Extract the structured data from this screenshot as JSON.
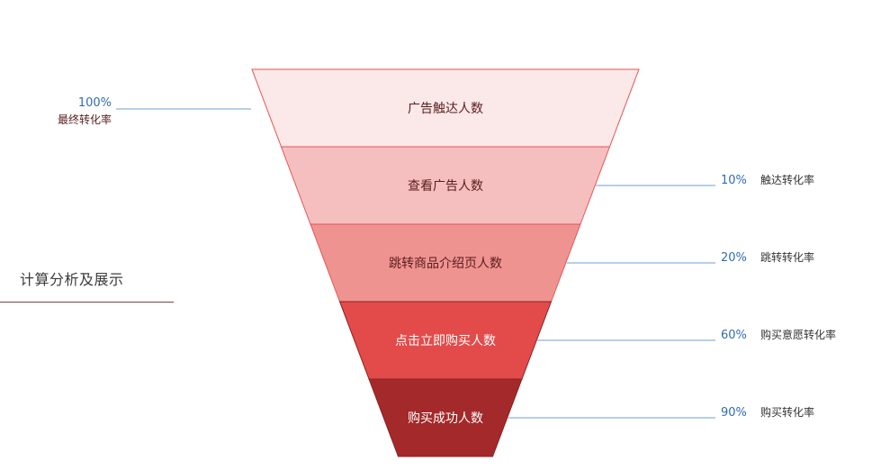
{
  "sidebar": {
    "title": "计算分析及展示"
  },
  "top_annotation": {
    "percent": "100%",
    "label": "最终转化率"
  },
  "colors": {
    "stage_fills": [
      "#fbe8e8",
      "#f6bfbf",
      "#ef9391",
      "#e24b4a",
      "#a3292a"
    ],
    "stage_stroke": "#e65555",
    "dark_stroke": "#8a2222",
    "dark_text": "#5a1d1d",
    "light_text": "#ffffff",
    "connector": "#6f9fd0",
    "percent_text": "#2f6db4",
    "label_text": "#333333"
  },
  "funnel": {
    "stages": [
      {
        "label": "广告触达人数",
        "text_tone": "dark"
      },
      {
        "label": "查看广告人数",
        "text_tone": "dark"
      },
      {
        "label": "跳转商品介绍页人数",
        "text_tone": "dark"
      },
      {
        "label": "点击立即购买人数",
        "text_tone": "light"
      },
      {
        "label": "购买成功人数",
        "text_tone": "light"
      }
    ],
    "rates": [
      {
        "percent": "10%",
        "label": "触达转化率"
      },
      {
        "percent": "20%",
        "label": "跳转转化率"
      },
      {
        "percent": "60%",
        "label": "购买意愿转化率"
      },
      {
        "percent": "90%",
        "label": "购买转化率"
      }
    ]
  }
}
